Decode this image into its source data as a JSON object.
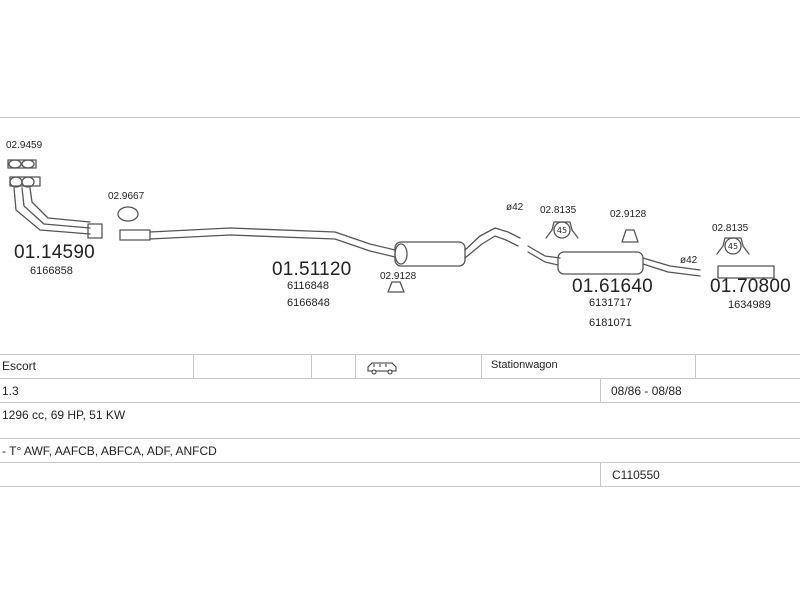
{
  "parts": {
    "p1": {
      "number": "01.14590",
      "oem": [
        "6166858"
      ]
    },
    "p2": {
      "number": "01.51120",
      "oem": [
        "6116848",
        "6166848"
      ]
    },
    "p3": {
      "number": "01.61640",
      "oem": [
        "6131717",
        "6181071"
      ]
    },
    "p4": {
      "number": "01.70800",
      "oem": [
        "1634989"
      ]
    }
  },
  "accessories": {
    "a1": "02.9459",
    "a2": "02.9667",
    "a3": "02.9128",
    "a4": "02.8135",
    "a5": "02.9128",
    "a6": "02.8135"
  },
  "pipe_marks": {
    "m1": "ø42",
    "m2": "ø42"
  },
  "clamp_badge": "45",
  "vehicle": {
    "model": "Escort",
    "body_type": "Stationwagon",
    "engine": "1.3",
    "production": "08/86 - 08/88",
    "specs": "1296 cc, 69 HP, 51 KW",
    "engine_codes": "- T° AWF, AAFCB, ABFCA, ADF, ANFCD",
    "catalog_no": "C110550"
  },
  "icons": {
    "vehicle": "station-wagon-icon"
  },
  "colors": {
    "line": "#555555",
    "rule": "#c8c8c8"
  }
}
